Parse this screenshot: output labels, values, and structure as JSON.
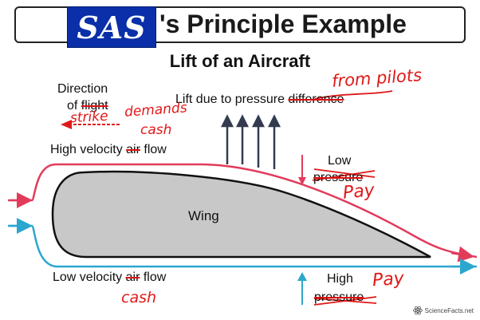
{
  "header": {
    "logo_text": "SAS",
    "title_text": "'s Principle Example"
  },
  "subtitle": "Lift of an Aircraft",
  "labels": {
    "direction_line1": "Direction",
    "direction_of": "of",
    "direction_struck": "flight",
    "lift_prefix": "Lift due to pressure",
    "lift_struck": "difference",
    "high_velocity_prefix": "High velocity",
    "high_velocity_struck": "air",
    "high_velocity_suffix": "flow",
    "low_label": "Low",
    "low_struck": "pressure",
    "wing": "Wing",
    "low_velocity_prefix": "Low velocity",
    "low_velocity_struck": "air",
    "low_velocity_suffix": "flow",
    "high_label": "High",
    "high_struck": "pressure"
  },
  "annotations": {
    "from_pilots": "from pilots",
    "strike": "strike",
    "demands": "demands",
    "cash_top": "cash",
    "pay_low": "Pay",
    "pay_high": "Pay",
    "cash_bottom": "cash"
  },
  "watermark": "ScienceFacts.net",
  "colors": {
    "upper_flow": "#e23b5a",
    "lower_flow": "#2ba7cf",
    "wing_fill": "#c8c8c8",
    "annotation": "#e01818",
    "logo_bg": "#0a2fa8"
  }
}
